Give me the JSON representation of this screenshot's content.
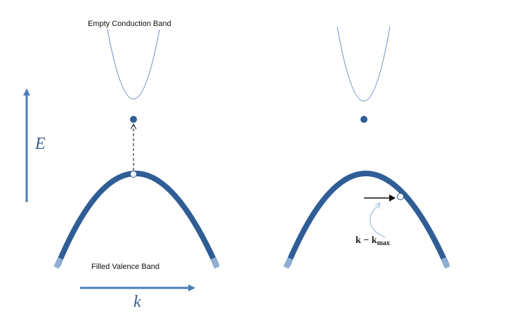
{
  "labels": {
    "conduction_band": "Empty Conduction Band",
    "valence_band": "Filled Valence Band",
    "energy_axis": "E",
    "momentum_axis": "k",
    "offset_label_main": "k − k",
    "offset_label_sub": "max"
  },
  "colors": {
    "band": "#2f5d96",
    "band_fade": "#8faed3",
    "axis": "#4a7fb8",
    "conduction_curve": "#6f93c2",
    "electron": "#2f5d96",
    "hole": "#ffffff",
    "dashed_arrow": "#333333",
    "pointer": "#111111",
    "annotation_curve": "#8fb0d8"
  },
  "panels": [
    {
      "name": "direct-transition",
      "has_dashed_arrow": true
    },
    {
      "name": "hole-displaced",
      "has_offset_arrow": true
    }
  ]
}
